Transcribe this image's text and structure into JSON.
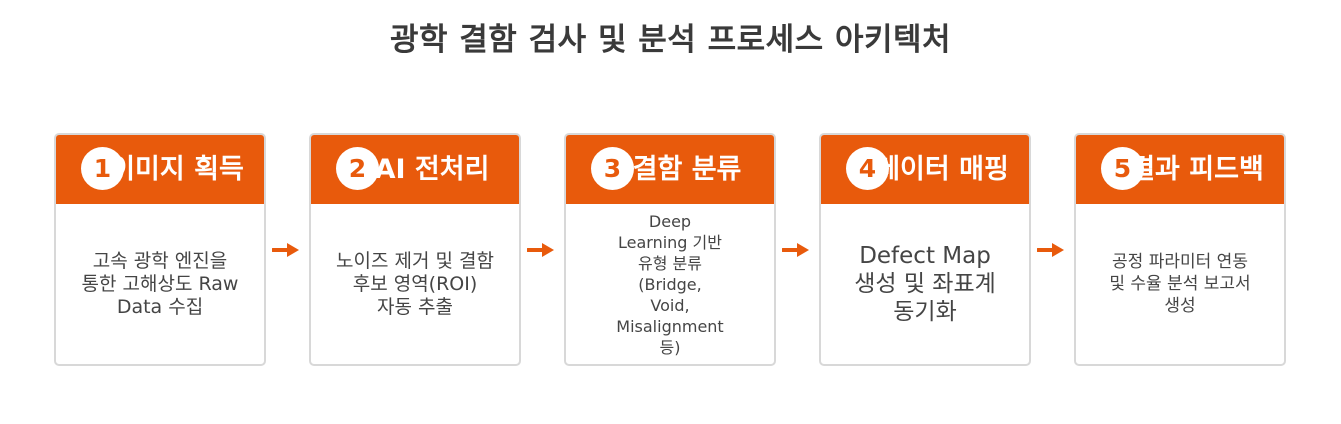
{
  "title": "광학 결함 검사 및 분석 프로세스 아키텍처",
  "accent_color": "#e85a0c",
  "stages": [
    {
      "number": "1",
      "title": "이미지 획득",
      "body": "고속 광학 엔진을\n통한 고해상도 Raw\nData 수집"
    },
    {
      "number": "2",
      "title": "AI 전처리",
      "body": "노이즈 제거 및 결함\n후보 영역(ROI)\n자동 추출"
    },
    {
      "number": "3",
      "title": "결함 분류",
      "body": "Deep\nLearning 기반\n유형 분류\n(Bridge,\nVoid,\nMisalignment\n등)"
    },
    {
      "number": "4",
      "title": "데이터 매핑",
      "body": "Defect Map\n생성 및 좌표계\n동기화"
    },
    {
      "number": "5",
      "title": "결과 피드백",
      "body": "공정 파라미터 연동\n및 수율 분석 보고서\n생성"
    }
  ],
  "connector_icon": "arrow-right-icon"
}
